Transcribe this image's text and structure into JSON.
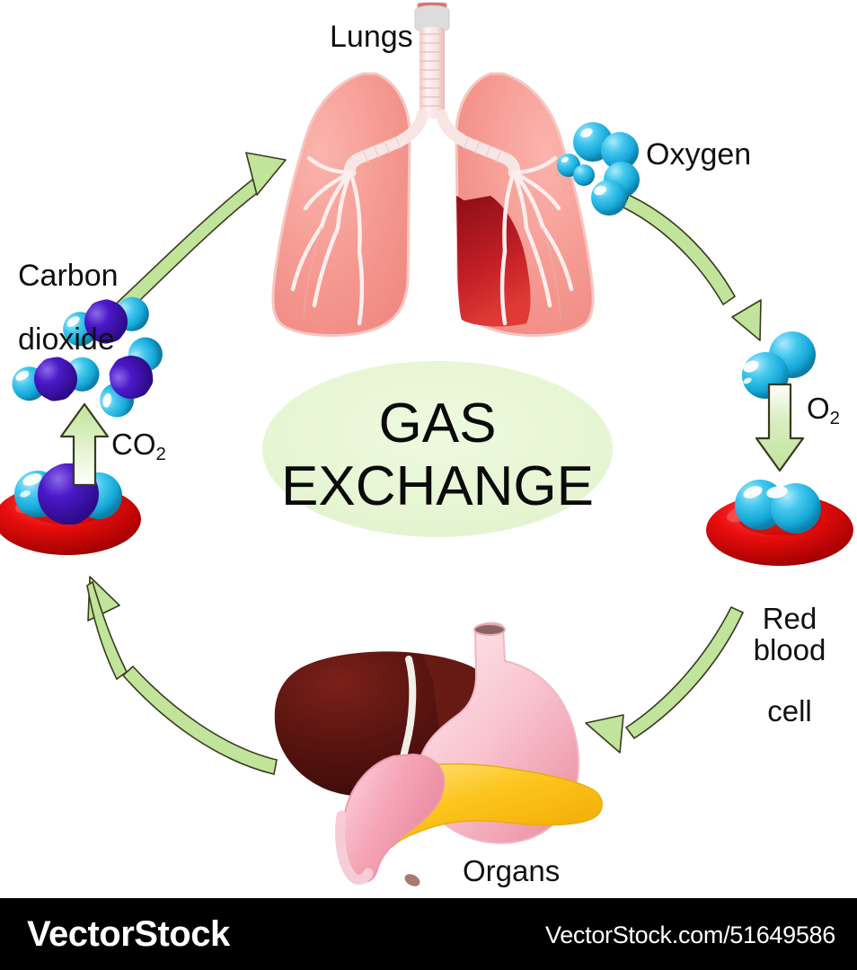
{
  "diagram": {
    "title": "GAS EXCHANGE",
    "title_line1": "GAS",
    "title_line2": "EXCHANGE",
    "center_ellipse_color": "#e4f5d0",
    "arrow_fill": "#bfe49a",
    "arrow_stroke": "#3a3a20",
    "background": "#ffffff"
  },
  "labels": {
    "lungs": "Lungs",
    "oxygen": "Oxygen",
    "carbon_dioxide": "Carbon\ndioxide",
    "carbon_dioxide_line1": "Carbon",
    "carbon_dioxide_line2": "dioxide",
    "co2_symbol": "CO",
    "co2_subscript": "2",
    "o2_symbol": "O",
    "o2_subscript": "2",
    "red_blood_cell": "Red blood\ncell",
    "red_blood_cell_line1": "Red blood",
    "red_blood_cell_line2": "cell",
    "organs": "Organs"
  },
  "molecules": {
    "oxygen_color_light": "#6fd8f2",
    "oxygen_color_mid": "#22b7e6",
    "carbon_color": "#4411c0",
    "o2_count_free": 3,
    "co2_count_free": 3
  },
  "organs": {
    "lung_color": "#f4978e",
    "lung_dark_color": "#bd1f2d",
    "trachea_color": "#f7dcda",
    "liver_color": "#5b1712",
    "stomach_color": "#f6b9c4",
    "pancreas_color": "#fbc31f",
    "duodenum_color": "#f4a7b5",
    "rbc_color": "#e00000"
  },
  "footer": {
    "brand": "VectorStock",
    "url": "VectorStock.com/51649586",
    "background": "#000000",
    "text_color": "#ffffff"
  }
}
